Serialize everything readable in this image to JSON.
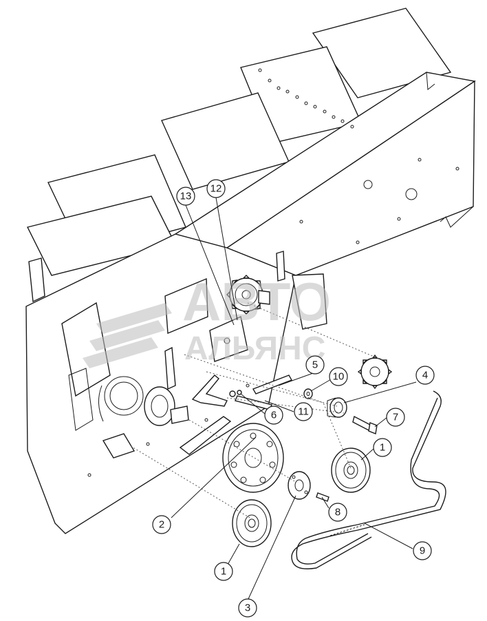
{
  "watermark": {
    "line1": "АВТО",
    "line2": "АЛЬЯНС"
  },
  "callouts": [
    {
      "id": "c13",
      "label": "13"
    },
    {
      "id": "c12",
      "label": "12"
    },
    {
      "id": "c5",
      "label": "5"
    },
    {
      "id": "c10",
      "label": "10"
    },
    {
      "id": "c4",
      "label": "4"
    },
    {
      "id": "c6",
      "label": "6"
    },
    {
      "id": "c11",
      "label": "11"
    },
    {
      "id": "c7",
      "label": "7"
    },
    {
      "id": "c1a",
      "label": "1"
    },
    {
      "id": "c8",
      "label": "8"
    },
    {
      "id": "c2",
      "label": "2"
    },
    {
      "id": "c9",
      "label": "9"
    },
    {
      "id": "c1b",
      "label": "1"
    },
    {
      "id": "c3",
      "label": "3"
    }
  ]
}
